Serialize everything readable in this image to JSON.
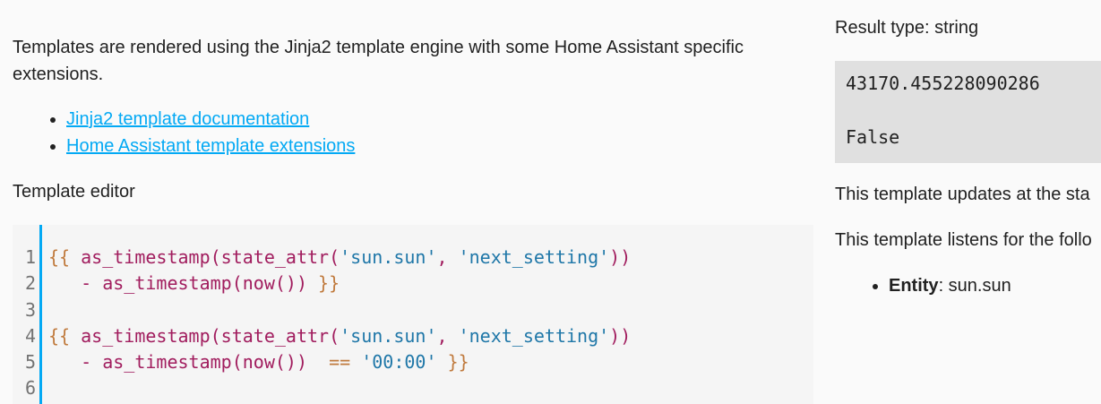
{
  "intro": {
    "text": "Templates are rendered using the Jinja2 template engine with some Home Assistant specific extensions.",
    "links": [
      {
        "label": "Jinja2 template documentation"
      },
      {
        "label": "Home Assistant template extensions"
      }
    ]
  },
  "editor": {
    "label": "Template editor",
    "line_numbers": [
      "1",
      "2",
      "3",
      "4",
      "5",
      "6"
    ],
    "lines": [
      [
        {
          "t": "{{",
          "c": "brace"
        },
        {
          "t": " as_timestamp(state_attr(",
          "c": "fn"
        },
        {
          "t": "'sun.sun'",
          "c": "str"
        },
        {
          "t": ", ",
          "c": "fn"
        },
        {
          "t": "'next_setting'",
          "c": "str"
        },
        {
          "t": "))",
          "c": "fn"
        }
      ],
      [
        {
          "t": "   - as_timestamp(now()) ",
          "c": "fn"
        },
        {
          "t": "}}",
          "c": "brace"
        }
      ],
      [],
      [
        {
          "t": "{{",
          "c": "brace"
        },
        {
          "t": " as_timestamp(state_attr(",
          "c": "fn"
        },
        {
          "t": "'sun.sun'",
          "c": "str"
        },
        {
          "t": ", ",
          "c": "fn"
        },
        {
          "t": "'next_setting'",
          "c": "str"
        },
        {
          "t": "))",
          "c": "fn"
        }
      ],
      [
        {
          "t": "   - as_timestamp(now())  ",
          "c": "fn"
        },
        {
          "t": "==",
          "c": "op"
        },
        {
          "t": " ",
          "c": "fn"
        },
        {
          "t": "'00:00'",
          "c": "str"
        },
        {
          "t": " ",
          "c": "fn"
        },
        {
          "t": "}}",
          "c": "brace"
        }
      ],
      []
    ]
  },
  "result": {
    "type_label": "Result type: string",
    "line1": "43170.455228090286",
    "line2": "False"
  },
  "notes": {
    "updates": "This template updates at the sta",
    "listens": "This template listens for the follo"
  },
  "entities": [
    {
      "label": "Entity",
      "value": ": sun.sun"
    }
  ],
  "colors": {
    "link": "#03a9f4",
    "gutter_bar": "#03a9f4",
    "brace": "#c07a3d",
    "function": "#a11d5e",
    "string": "#1f77a8"
  }
}
